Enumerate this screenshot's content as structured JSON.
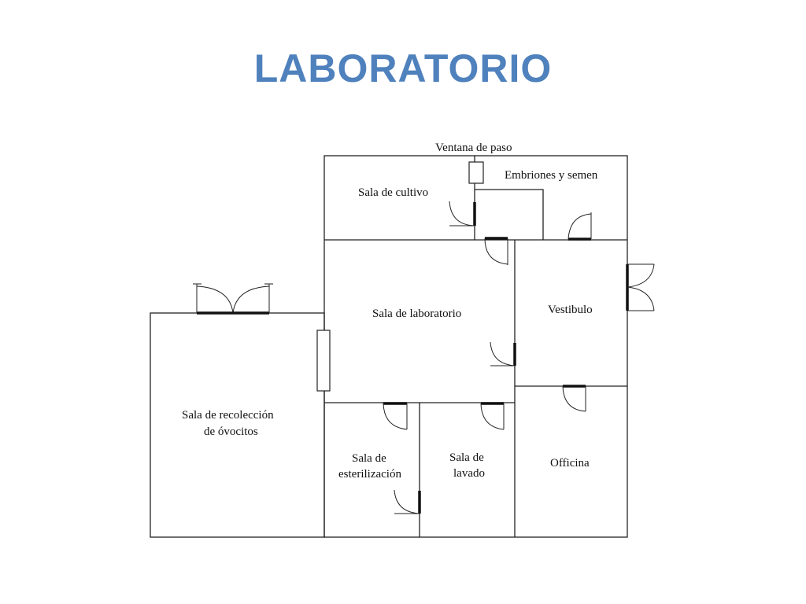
{
  "title": "LABORATORIO",
  "colors": {
    "title": "#4f81bd",
    "walls": "#222222",
    "background": "#ffffff"
  },
  "labels": {
    "ventana": "Ventana de paso",
    "embriones": "Embriones y semen",
    "cultivo": "Sala de cultivo",
    "laboratorio": "Sala de laboratorio",
    "vestibulo": "Vestibulo",
    "recoleccion_1": "Sala de recolección",
    "recoleccion_2": "de óvocitos",
    "esterilizacion_1": "Sala de",
    "esterilizacion_2": "esterilización",
    "lavado_1": "Sala de",
    "lavado_2": "lavado",
    "oficina": "Officina"
  }
}
